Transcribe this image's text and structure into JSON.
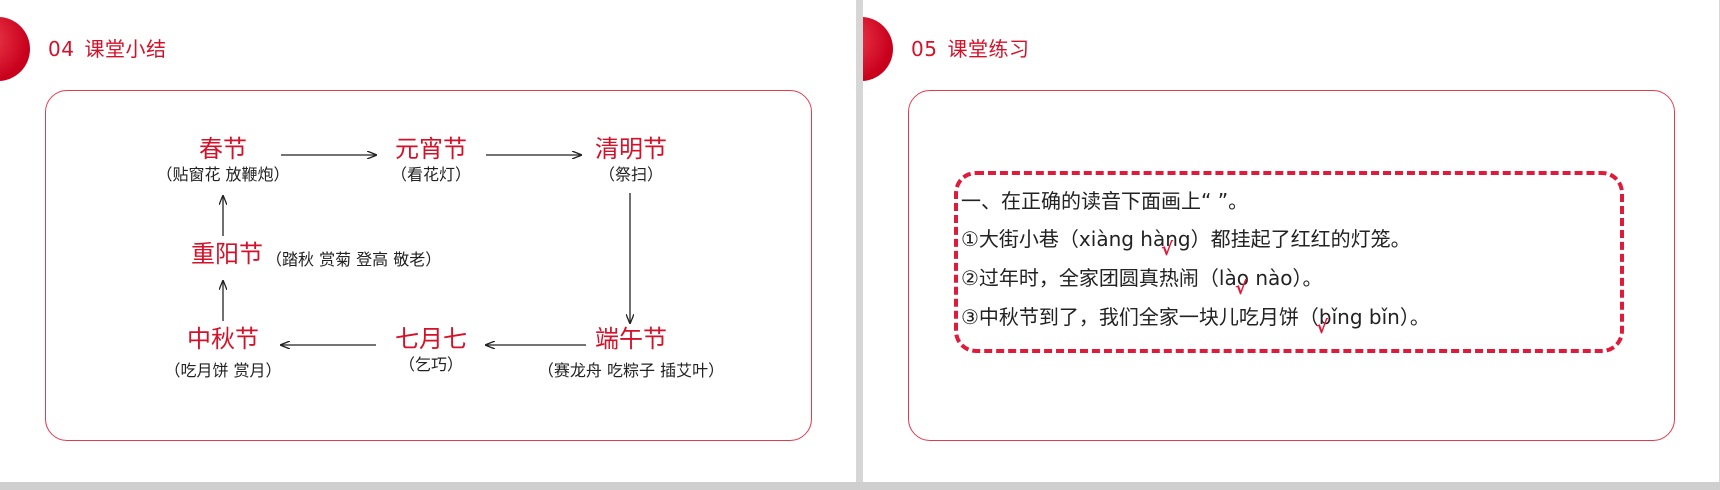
{
  "slide_left": {
    "number": "04",
    "title": "课堂小结",
    "festivals": {
      "chunjie": {
        "name": "春节",
        "customs": "（贴窗花 放鞭炮）"
      },
      "yuanxiao": {
        "name": "元宵节",
        "customs": "（看花灯）"
      },
      "qingming": {
        "name": "清明节",
        "customs": "（祭扫）"
      },
      "chongyang": {
        "name": "重阳节",
        "customs": "（踏秋 赏菊 登高 敬老）"
      },
      "zhongqiu": {
        "name": "中秋节",
        "customs": "（吃月饼 赏月）"
      },
      "qixi": {
        "name": "七月七",
        "customs": "（乞巧）"
      },
      "duanwu": {
        "name": "端午节",
        "customs": "（赛龙舟 吃粽子 插艾叶）"
      }
    }
  },
  "slide_right": {
    "number": "05",
    "title": "课堂练习",
    "instruction": "一、在正确的读音下面画上“ ”。",
    "questions": [
      "①大街小巷（xiàng hàng）都挂起了红红的灯笼。",
      "②过年时，全家团圆真热闹（lào nào）。",
      "③中秋节到了，我们全家一块儿吃月饼（bǐng bǐn）。"
    ],
    "check_mark": "√"
  },
  "colors": {
    "accent": "#d3122a",
    "dash": "#e01a3a",
    "text": "#222222"
  }
}
